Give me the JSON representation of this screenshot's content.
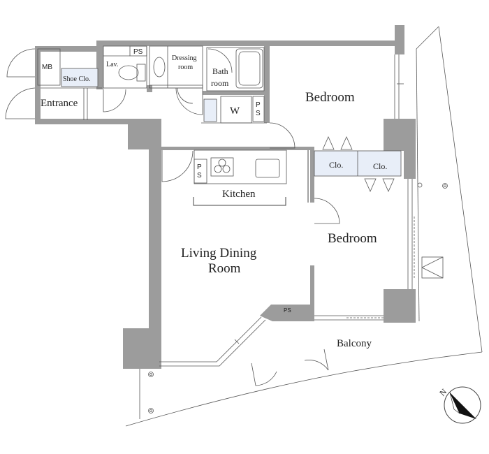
{
  "rooms": {
    "mb": "MB",
    "shoe_closet": "Shoe Clo.",
    "entrance": "Entrance",
    "lavatory": "Lav.",
    "ps_top": "PS",
    "dressing_line1": "Dressing",
    "dressing_line2": "room",
    "bath_line1": "Bath",
    "bath_line2": "room",
    "washer": "W",
    "ps_wash_p": "P",
    "ps_wash_s": "S",
    "bedroom_north": "Bedroom",
    "closet_left": "Clo.",
    "closet_right": "Clo.",
    "ps_kitchen_p": "P",
    "ps_kitchen_s": "S",
    "kitchen": "Kitchen",
    "living_line1": "Living Dining",
    "living_line2": "Room",
    "bedroom_south": "Bedroom",
    "ps_living": "PS",
    "balcony": "Balcony"
  },
  "compass": {
    "letter": "N",
    "icon": "north-arrow-icon"
  },
  "colors": {
    "wall": "#9c9c9c",
    "closet_fill": "#e8eef8",
    "line": "#444444"
  }
}
